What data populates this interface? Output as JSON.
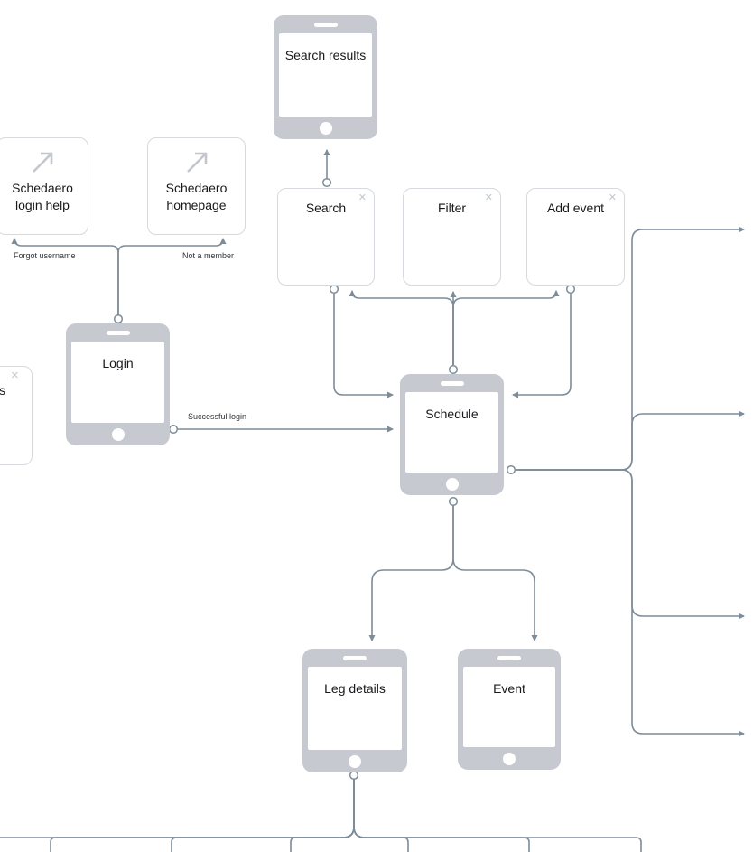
{
  "app": {
    "name": "User flow diagram canvas"
  },
  "theme": {
    "connector-color": "#7D8C99",
    "phone-color": "#C6CAD0",
    "card-border-color": "#D6D9DD",
    "muted-icon-color": "#C3C6CB",
    "text-color": "#17191C",
    "label-color": "#2F3439",
    "canvas-color": "#FFFFFF"
  },
  "phones": {
    "search_results": {
      "label": "Search results"
    },
    "login": {
      "label": "Login"
    },
    "schedule": {
      "label": "Schedule"
    },
    "leg_details": {
      "label": "Leg details"
    },
    "event": {
      "label": "Event"
    }
  },
  "cards": {
    "search": {
      "label": "Search",
      "close_icon": "✕"
    },
    "filter": {
      "label": "Filter",
      "close_icon": "✕"
    },
    "add_event": {
      "label": "Add event",
      "close_icon": "✕"
    },
    "partial_left": {
      "visible_text_fragment": "s",
      "close_icon": "✕"
    }
  },
  "external_links": {
    "login_help": {
      "label_line1": "Schedaero",
      "label_line2": "login help",
      "icon": "arrow-up-right"
    },
    "homepage": {
      "label_line1": "Schedaero",
      "label_line2": "homepage",
      "icon": "arrow-up-right"
    }
  },
  "connector_labels": {
    "forgot_username": "Forgot username",
    "not_a_member": "Not a member",
    "successful_login": "Successful login"
  }
}
